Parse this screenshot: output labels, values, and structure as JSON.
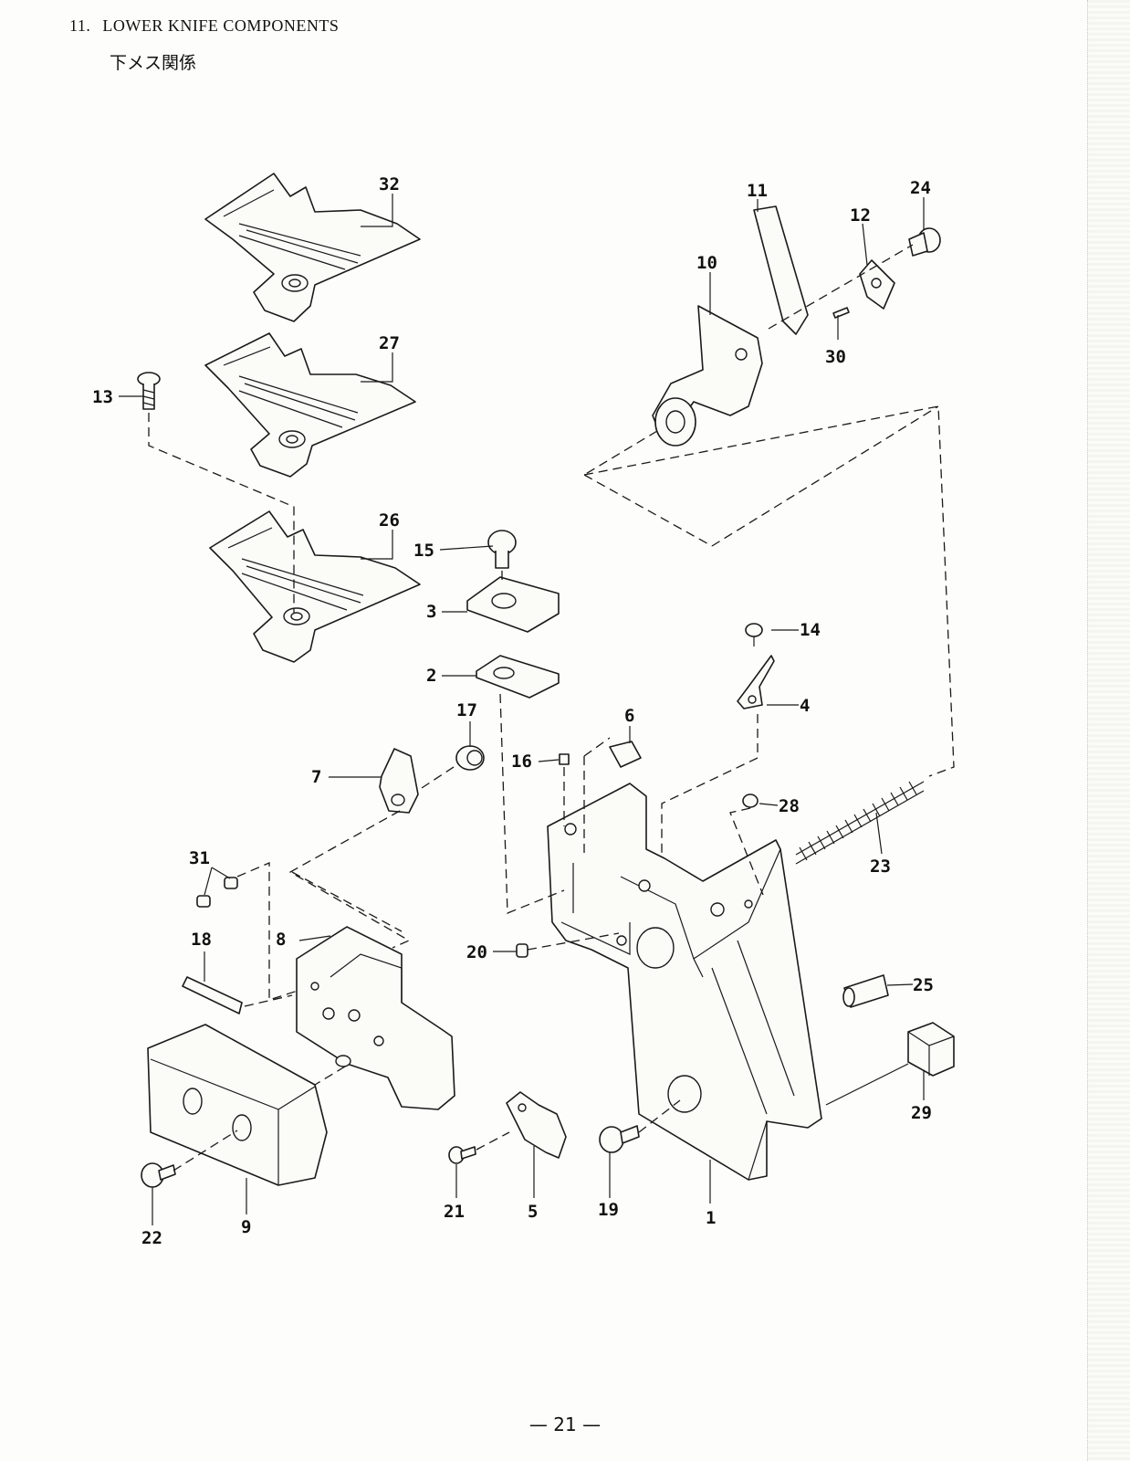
{
  "header": {
    "section_number": "11.",
    "title": "LOWER KNIFE COMPONENTS",
    "subtitle_ja": "下メス関係"
  },
  "footer": {
    "page_number": "— 21 —"
  },
  "callouts": {
    "c1": "1",
    "c2": "2",
    "c3": "3",
    "c4": "4",
    "c5": "5",
    "c6": "6",
    "c7": "7",
    "c8": "8",
    "c9": "9",
    "c10": "10",
    "c11": "11",
    "c12": "12",
    "c13": "13",
    "c14": "14",
    "c15": "15",
    "c16": "16",
    "c17": "17",
    "c18": "18",
    "c19": "19",
    "c20": "20",
    "c21": "21",
    "c22": "22",
    "c23": "23",
    "c24": "24",
    "c25": "25",
    "c26": "26",
    "c27": "27",
    "c28": "28",
    "c29": "29",
    "c30": "30",
    "c31": "31",
    "c32": "32"
  }
}
